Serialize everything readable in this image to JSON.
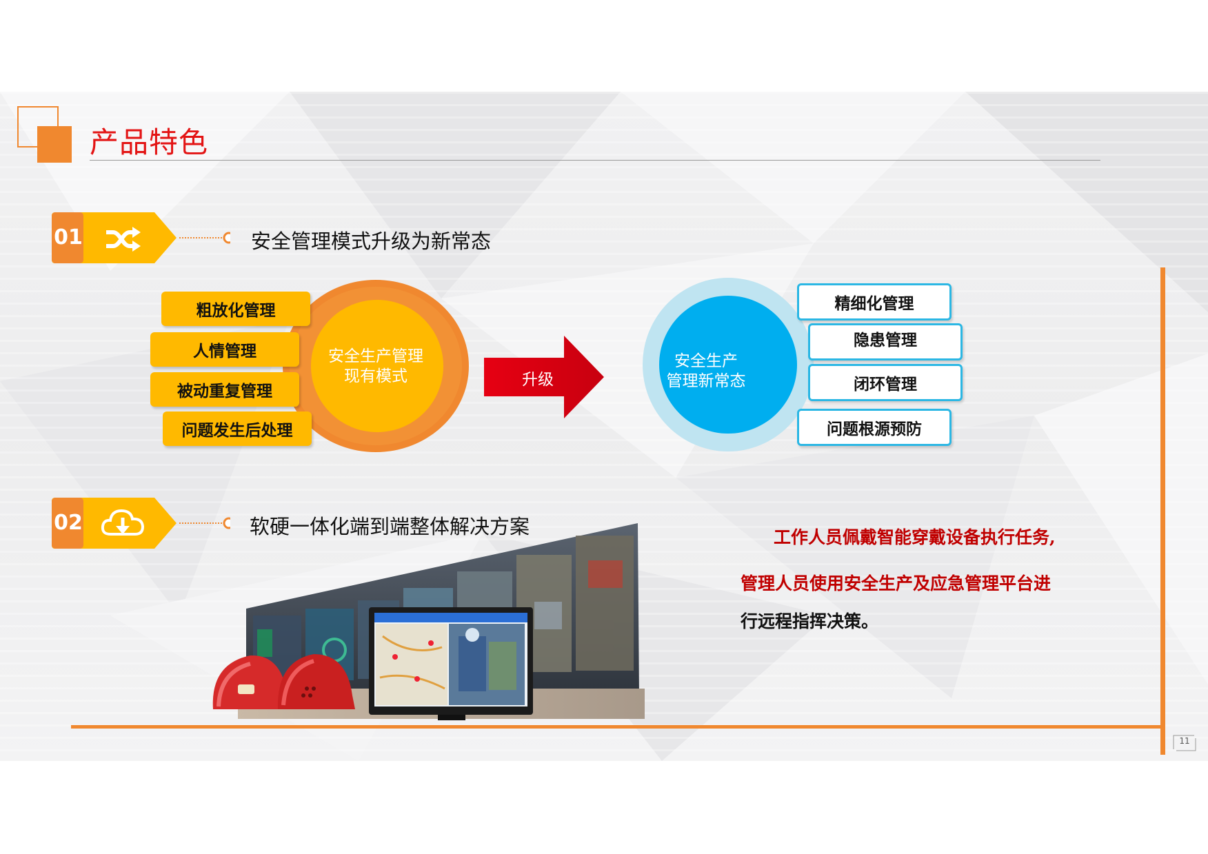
{
  "title": "产品特色",
  "section1": {
    "number": "01",
    "icon": "shuffle-icon",
    "heading": "安全管理模式升级为新常态",
    "old_items": [
      "粗放化管理",
      "人情管理",
      "被动重复管理",
      "问题发生后处理"
    ],
    "old_circle": [
      "安全生产管理",
      "现有模式"
    ],
    "arrow_label": "升级",
    "new_circle": [
      "安全生产",
      "管理新常态"
    ],
    "new_items": [
      "精细化管理",
      "隐患管理",
      "闭环管理",
      "问题根源预防"
    ]
  },
  "section2": {
    "number": "02",
    "icon": "cloud-download-icon",
    "heading": "软硬一体化端到端整体解决方案",
    "desc_line1": "工作人员佩戴智能穿戴设备执行任务,",
    "desc_line2": "管理人员使用安全生产及应急管理平台进",
    "desc_line3": "行远程指挥决策。"
  },
  "page_number": "11",
  "colors": {
    "accent": "#f0882f",
    "title": "#e31414",
    "yellow": "#ffb900",
    "blue": "#00aeef",
    "red_arrow": "#e60012"
  }
}
